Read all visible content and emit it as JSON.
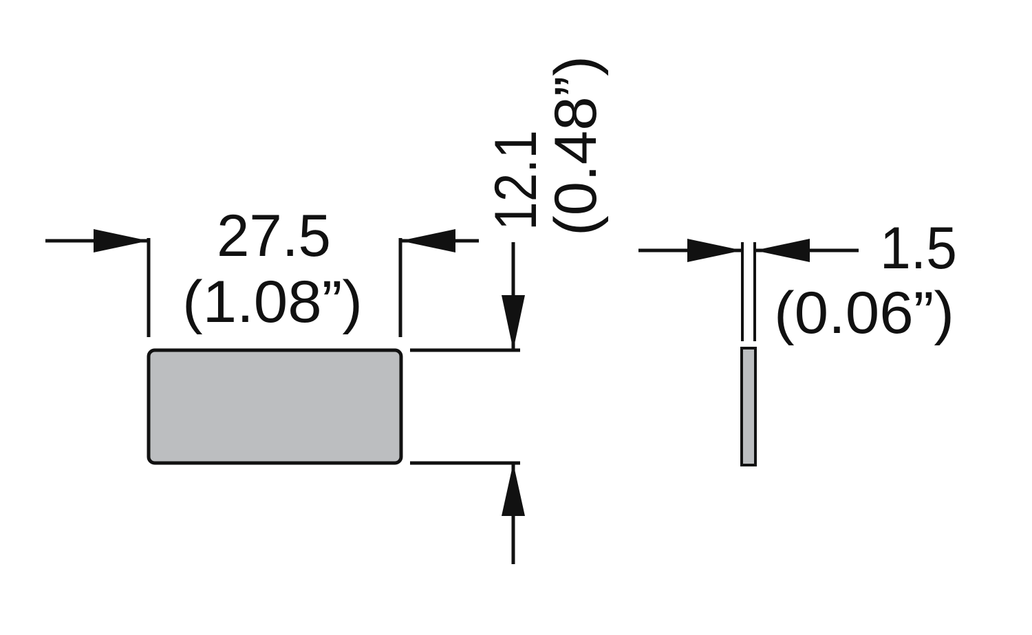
{
  "width_dimension": {
    "metric": "27.5",
    "imperial": "(1.08”)"
  },
  "height_dimension": {
    "metric": "12.1",
    "imperial": "(0.48”)"
  },
  "thickness_dimension": {
    "metric": "1.5",
    "imperial": "(0.06”)"
  },
  "colors": {
    "part_fill": "#bcbec0",
    "line": "#111111",
    "background": "#ffffff"
  }
}
